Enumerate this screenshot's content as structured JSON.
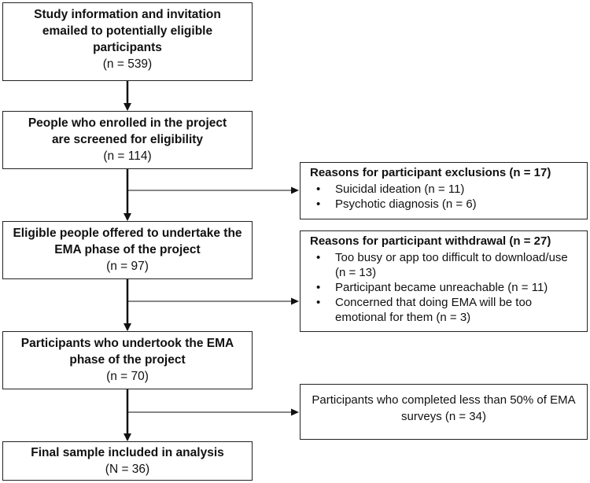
{
  "steps": [
    {
      "title": "Study information and invitation emailed to potentially eligible participants",
      "count": "(n = 539)"
    },
    {
      "title": "People who enrolled in the project are screened for eligibility",
      "count": "(n = 114)"
    },
    {
      "title": "Eligible people offered to undertake the EMA phase of the project",
      "count": "(n = 97)"
    },
    {
      "title": "Participants who undertook the EMA phase of the project",
      "count": "(n = 70)"
    },
    {
      "title": "Final sample included in analysis",
      "count": "(N = 36)"
    }
  ],
  "exclusions": {
    "heading": "Reasons for participant exclusions (n = 17)",
    "items": [
      "Suicidal ideation (n = 11)",
      "Psychotic diagnosis (n = 6)"
    ]
  },
  "withdrawals": {
    "heading": "Reasons for participant withdrawal (n = 27)",
    "items": [
      "Too busy or app too difficult to download/use (n = 13)",
      "Participant became unreachable (n = 11)",
      "Concerned that doing EMA will be too emotional for them (n = 3)"
    ]
  },
  "low_completion": {
    "text": "Participants who completed less than 50% of EMA surveys (n = 34)"
  }
}
